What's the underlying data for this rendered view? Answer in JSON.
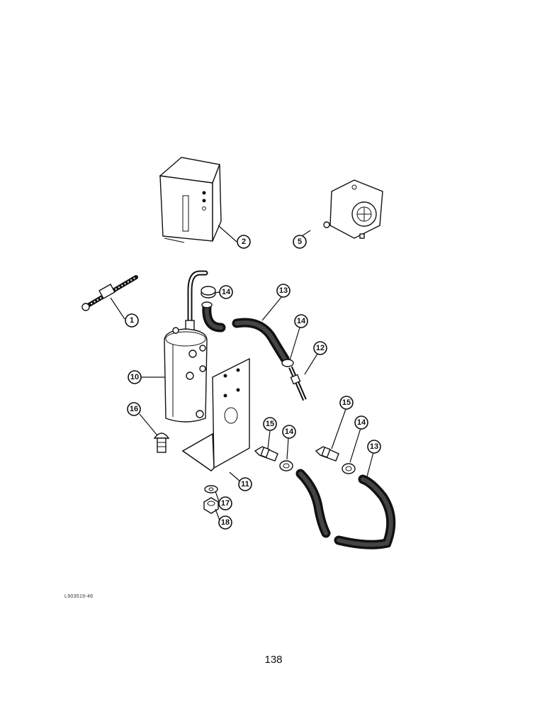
{
  "callouts": {
    "c1": "1",
    "c2": "2",
    "c5": "5",
    "c10": "10",
    "c11": "11",
    "c12": "12",
    "c13a": "13",
    "c13b": "13",
    "c14a": "14",
    "c14b": "14",
    "c14c": "14",
    "c14d": "14",
    "c15a": "15",
    "c15b": "15",
    "c16": "16",
    "c17": "17",
    "c18": "18"
  },
  "figure_code": "L903519-46",
  "page_number": "138"
}
